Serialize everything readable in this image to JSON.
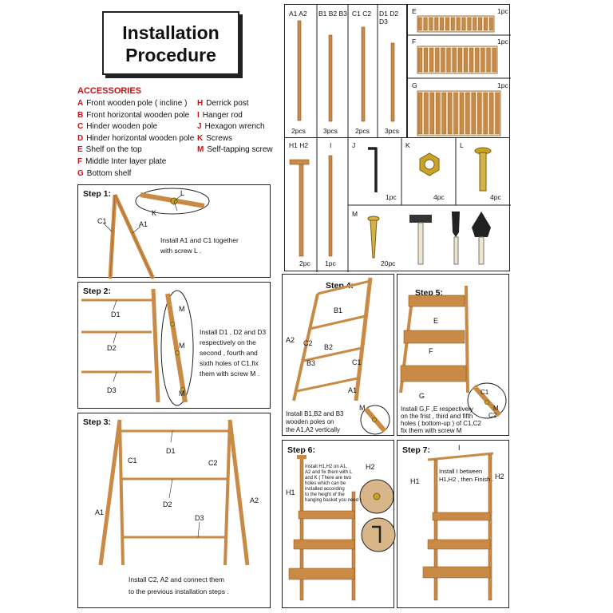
{
  "title": {
    "line1": "Installation",
    "line2": "Procedure"
  },
  "accessories": {
    "heading": "ACCESSORIES",
    "left": [
      {
        "key": "A",
        "text": "Front wooden pole ( incline )"
      },
      {
        "key": "B",
        "text": "Front horizontal wooden pole"
      },
      {
        "key": "C",
        "text": "Hinder wooden pole"
      },
      {
        "key": "D",
        "text": "Hinder horizontal wooden pole"
      },
      {
        "key": "E",
        "text": "Shelf on the top"
      },
      {
        "key": "F",
        "text": "Middle Inter layer plate"
      },
      {
        "key": "G",
        "text": "Bottom shelf"
      }
    ],
    "right": [
      {
        "key": "H",
        "text": "Derrick post"
      },
      {
        "key": "I",
        "text": "Hanger rod"
      },
      {
        "key": "J",
        "text": "Hexagon wrench"
      },
      {
        "key": "K",
        "text": "Screws"
      },
      {
        "key": "M",
        "text": "Self-tapping screw"
      }
    ]
  },
  "parts": {
    "poles": [
      {
        "name": "A1 A2",
        "qty": "2pcs"
      },
      {
        "name": "B1 B2 B3",
        "qty": "3pcs"
      },
      {
        "name": "C1 C2",
        "qty": "2pcs"
      },
      {
        "name": "D1 D2 D3",
        "qty": "3pcs"
      }
    ],
    "shelves": [
      {
        "name": "E",
        "qty": "1pc"
      },
      {
        "name": "F",
        "qty": "1pc"
      },
      {
        "name": "G",
        "qty": "1pc"
      }
    ],
    "hardware_row": [
      {
        "name": "H1 H2",
        "qty": "2pc"
      },
      {
        "name": "I",
        "qty": "1pc"
      },
      {
        "name": "J",
        "qty": "1pc"
      },
      {
        "name": "K",
        "qty": "4pc"
      },
      {
        "name": "L",
        "qty": "4pc"
      }
    ],
    "screw_m": {
      "name": "M",
      "qty": "20pc"
    }
  },
  "steps": {
    "s1": {
      "label": "Step 1:",
      "note_line1": "Install A1 and C1 together",
      "note_line2": "with screw L .",
      "labels": {
        "c1": "C1",
        "a1": "A1",
        "l": "L",
        "k": "K"
      }
    },
    "s2": {
      "label": "Step 2:",
      "note": [
        "Install D1 , D2 and D3",
        "respectively on the",
        "second , fourth and",
        "sixth holes of C1,fix",
        "them with screw M ."
      ],
      "labels": {
        "d1": "D1",
        "d2": "D2",
        "d3": "D3",
        "m": "M"
      }
    },
    "s3": {
      "label": "Step 3:",
      "note_line1": "Install C2, A2 and connect them",
      "note_line2": "to the previous installation steps .",
      "labels": {
        "d1": "D1",
        "c1": "C1",
        "c2": "C2",
        "d2": "D2",
        "a1": "A1",
        "a2": "A2",
        "d3": "D3"
      }
    },
    "s4": {
      "label": "Step 4:",
      "note": [
        "Install B1,B2 and B3",
        "wooden poles on",
        "the A1,A2 vertically"
      ],
      "labels": {
        "b1": "B1",
        "a2": "A2",
        "c2": "C2",
        "b2": "B2",
        "b3": "B3",
        "c1": "C1",
        "a1": "A1",
        "m": "M"
      }
    },
    "s5": {
      "label": "Step 5:",
      "note": [
        "Install G,F ,E respectively",
        "on the frist , third and fifth",
        "holes ( bottom-up ) of C1,C2",
        "fix them with screw M"
      ],
      "labels": {
        "e": "E",
        "f": "F",
        "g": "G",
        "c1": "C1",
        "c2": "C2",
        "m": "M"
      }
    },
    "s6": {
      "label": "Step 6:",
      "note": [
        "Install H1,H2 on A1,",
        "A2 and fix them with L",
        "and K ( There are two",
        "holes which can be",
        "installed according",
        "to the height of the",
        "hanging basket you need )"
      ],
      "labels": {
        "h1": "H1",
        "h2": "H2"
      }
    },
    "s7": {
      "label": "Step 7:",
      "note": [
        "Install I between",
        "H1,H2 , then Finish ."
      ],
      "labels": {
        "h1": "H1",
        "h2": "H2",
        "i": "I"
      }
    }
  },
  "colors": {
    "wood": "#c98a45",
    "wood_dark": "#8a5522",
    "accent_red": "#c0161a",
    "brass": "#c9a227"
  }
}
